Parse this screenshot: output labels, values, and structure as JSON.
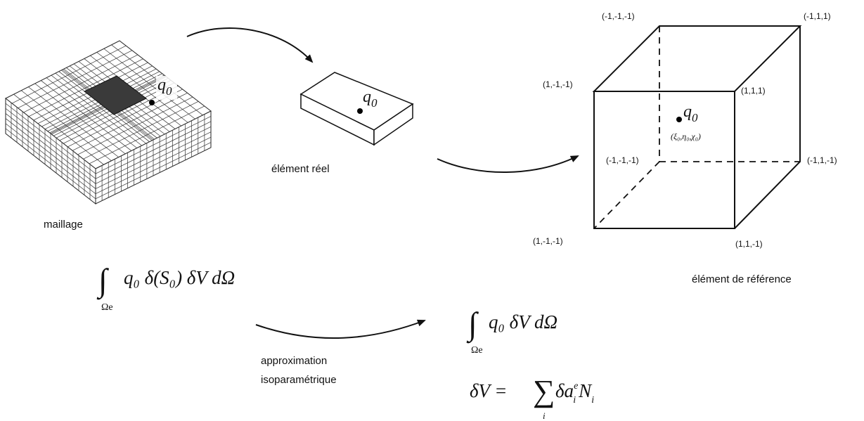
{
  "labels": {
    "mesh_caption": "maillage",
    "real_element_caption": "élément réel",
    "reference_caption": "élément de référence",
    "approx_line1": "approximation",
    "approx_line2": "isoparamétrique",
    "point_q": "q",
    "point_sub": "0"
  },
  "vertices": {
    "back_top_left": "(-1,-1,-1)",
    "back_top_right": "(-1,1,1)",
    "front_top_left": "(1,-1,-1)",
    "front_top_right": "(1,1,1)",
    "back_bottom_left": "(-1,-1,-1)",
    "back_bottom_right": "(-1,1,-1)",
    "front_bottom_left": "(1,-1,-1)",
    "front_bottom_right": "(1,1,-1)"
  },
  "ref_point_coords": "(ξ₀,η₀,χ₀)",
  "formulas": {
    "integral1": {
      "body": "q₀  δ(S₀) δV dΩ",
      "domain": "Ωe"
    },
    "integral2": {
      "body": "q₀ δV dΩ",
      "domain": "Ωe"
    },
    "interp_lhs": "δV = ",
    "interp_sum": "∑",
    "interp_index": "i",
    "interp_rhs": "δa",
    "interp_sup": "e",
    "interp_sub": "i",
    "interp_N": "N",
    "interp_N_sub": "i"
  }
}
